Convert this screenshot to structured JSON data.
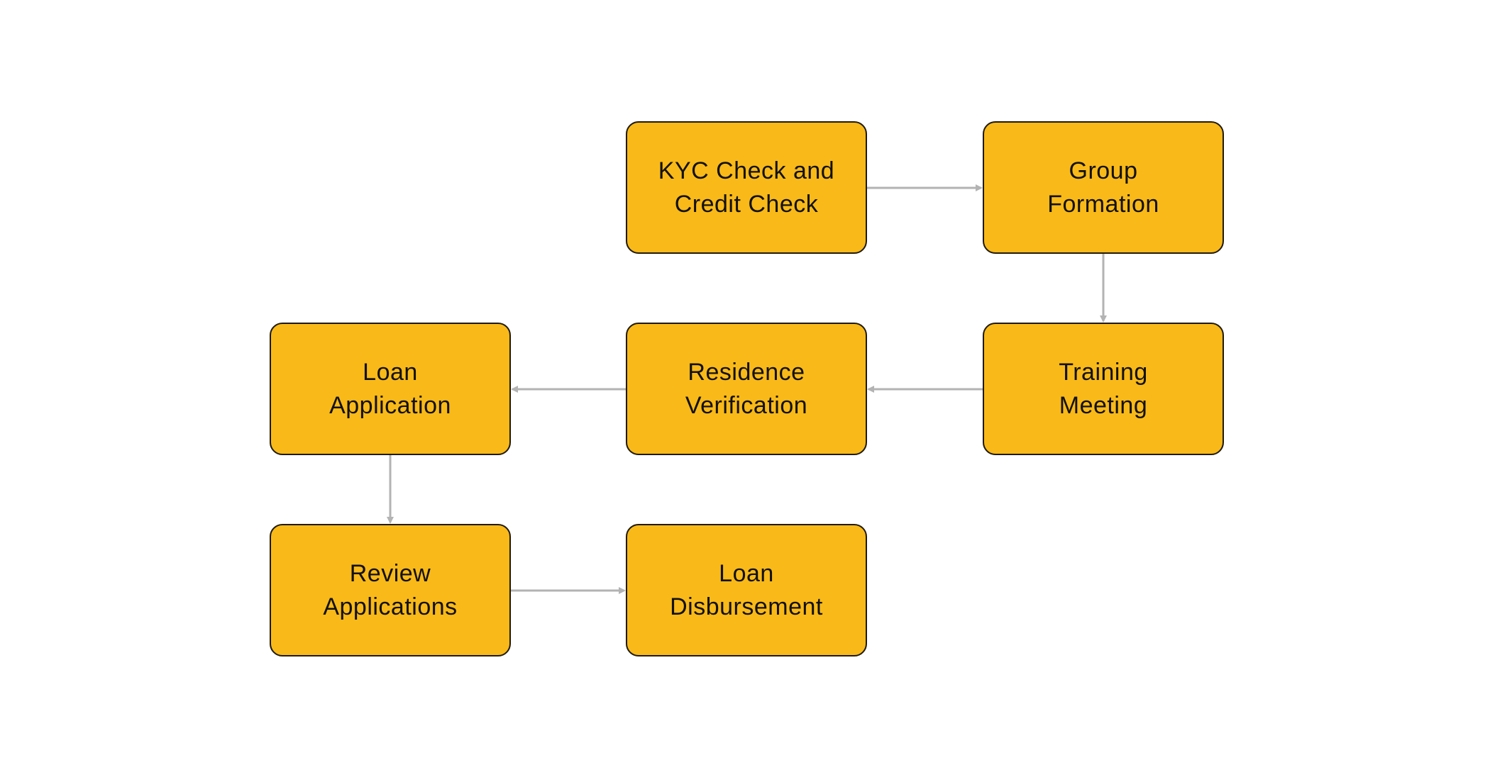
{
  "diagram": {
    "type": "flowchart",
    "colors": {
      "background": "#ffffff",
      "node_fill": "#f9b918",
      "node_border": "#1f1a10",
      "node_text": "#111111",
      "connector": "#b3b3b3"
    },
    "nodes": [
      {
        "id": "kyc",
        "lines": [
          "KYC Check and",
          "Credit Check"
        ]
      },
      {
        "id": "group",
        "lines": [
          "Group",
          "Formation"
        ]
      },
      {
        "id": "training",
        "lines": [
          "Training",
          "Meeting"
        ]
      },
      {
        "id": "residence",
        "lines": [
          "Residence",
          "Verification"
        ]
      },
      {
        "id": "loanapp",
        "lines": [
          "Loan",
          "Application"
        ]
      },
      {
        "id": "review",
        "lines": [
          "Review",
          "Applications"
        ]
      },
      {
        "id": "disburse",
        "lines": [
          "Loan",
          "Disbursement"
        ]
      }
    ],
    "edges": [
      {
        "from": "kyc",
        "to": "group"
      },
      {
        "from": "group",
        "to": "training"
      },
      {
        "from": "training",
        "to": "residence"
      },
      {
        "from": "residence",
        "to": "loanapp"
      },
      {
        "from": "loanapp",
        "to": "review"
      },
      {
        "from": "review",
        "to": "disburse"
      }
    ]
  }
}
